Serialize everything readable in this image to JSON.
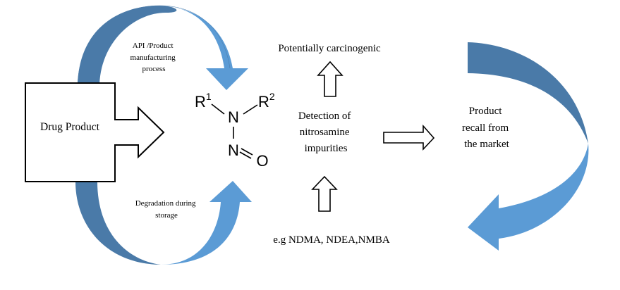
{
  "diagram": {
    "colors": {
      "arrow_dark": "#4a7aa8",
      "arrow_light": "#5b9bd5",
      "outline": "#000000",
      "background": "#ffffff"
    },
    "source_box": {
      "label": "Drug Product"
    },
    "top_curve": {
      "label_lines": [
        "API /Product",
        "manufacturing",
        "process"
      ]
    },
    "bottom_curve": {
      "label_lines": [
        "Degradation during",
        "storage"
      ]
    },
    "structure": {
      "name": "N-nitrosamine general structure",
      "r1": "R",
      "r1_sup": "1",
      "r2": "R",
      "r2_sup": "2",
      "n_top": "N",
      "n_bottom": "N",
      "o": "O"
    },
    "center": {
      "label_lines": [
        "Detection of",
        "nitrosamine",
        "impurities"
      ]
    },
    "top_outcome": {
      "label": "Potentially carcinogenic"
    },
    "examples": {
      "label": "e.g NDMA, NDEA,NMBA"
    },
    "outcome": {
      "label_lines": [
        "Product",
        "recall from",
        "the market"
      ]
    }
  }
}
